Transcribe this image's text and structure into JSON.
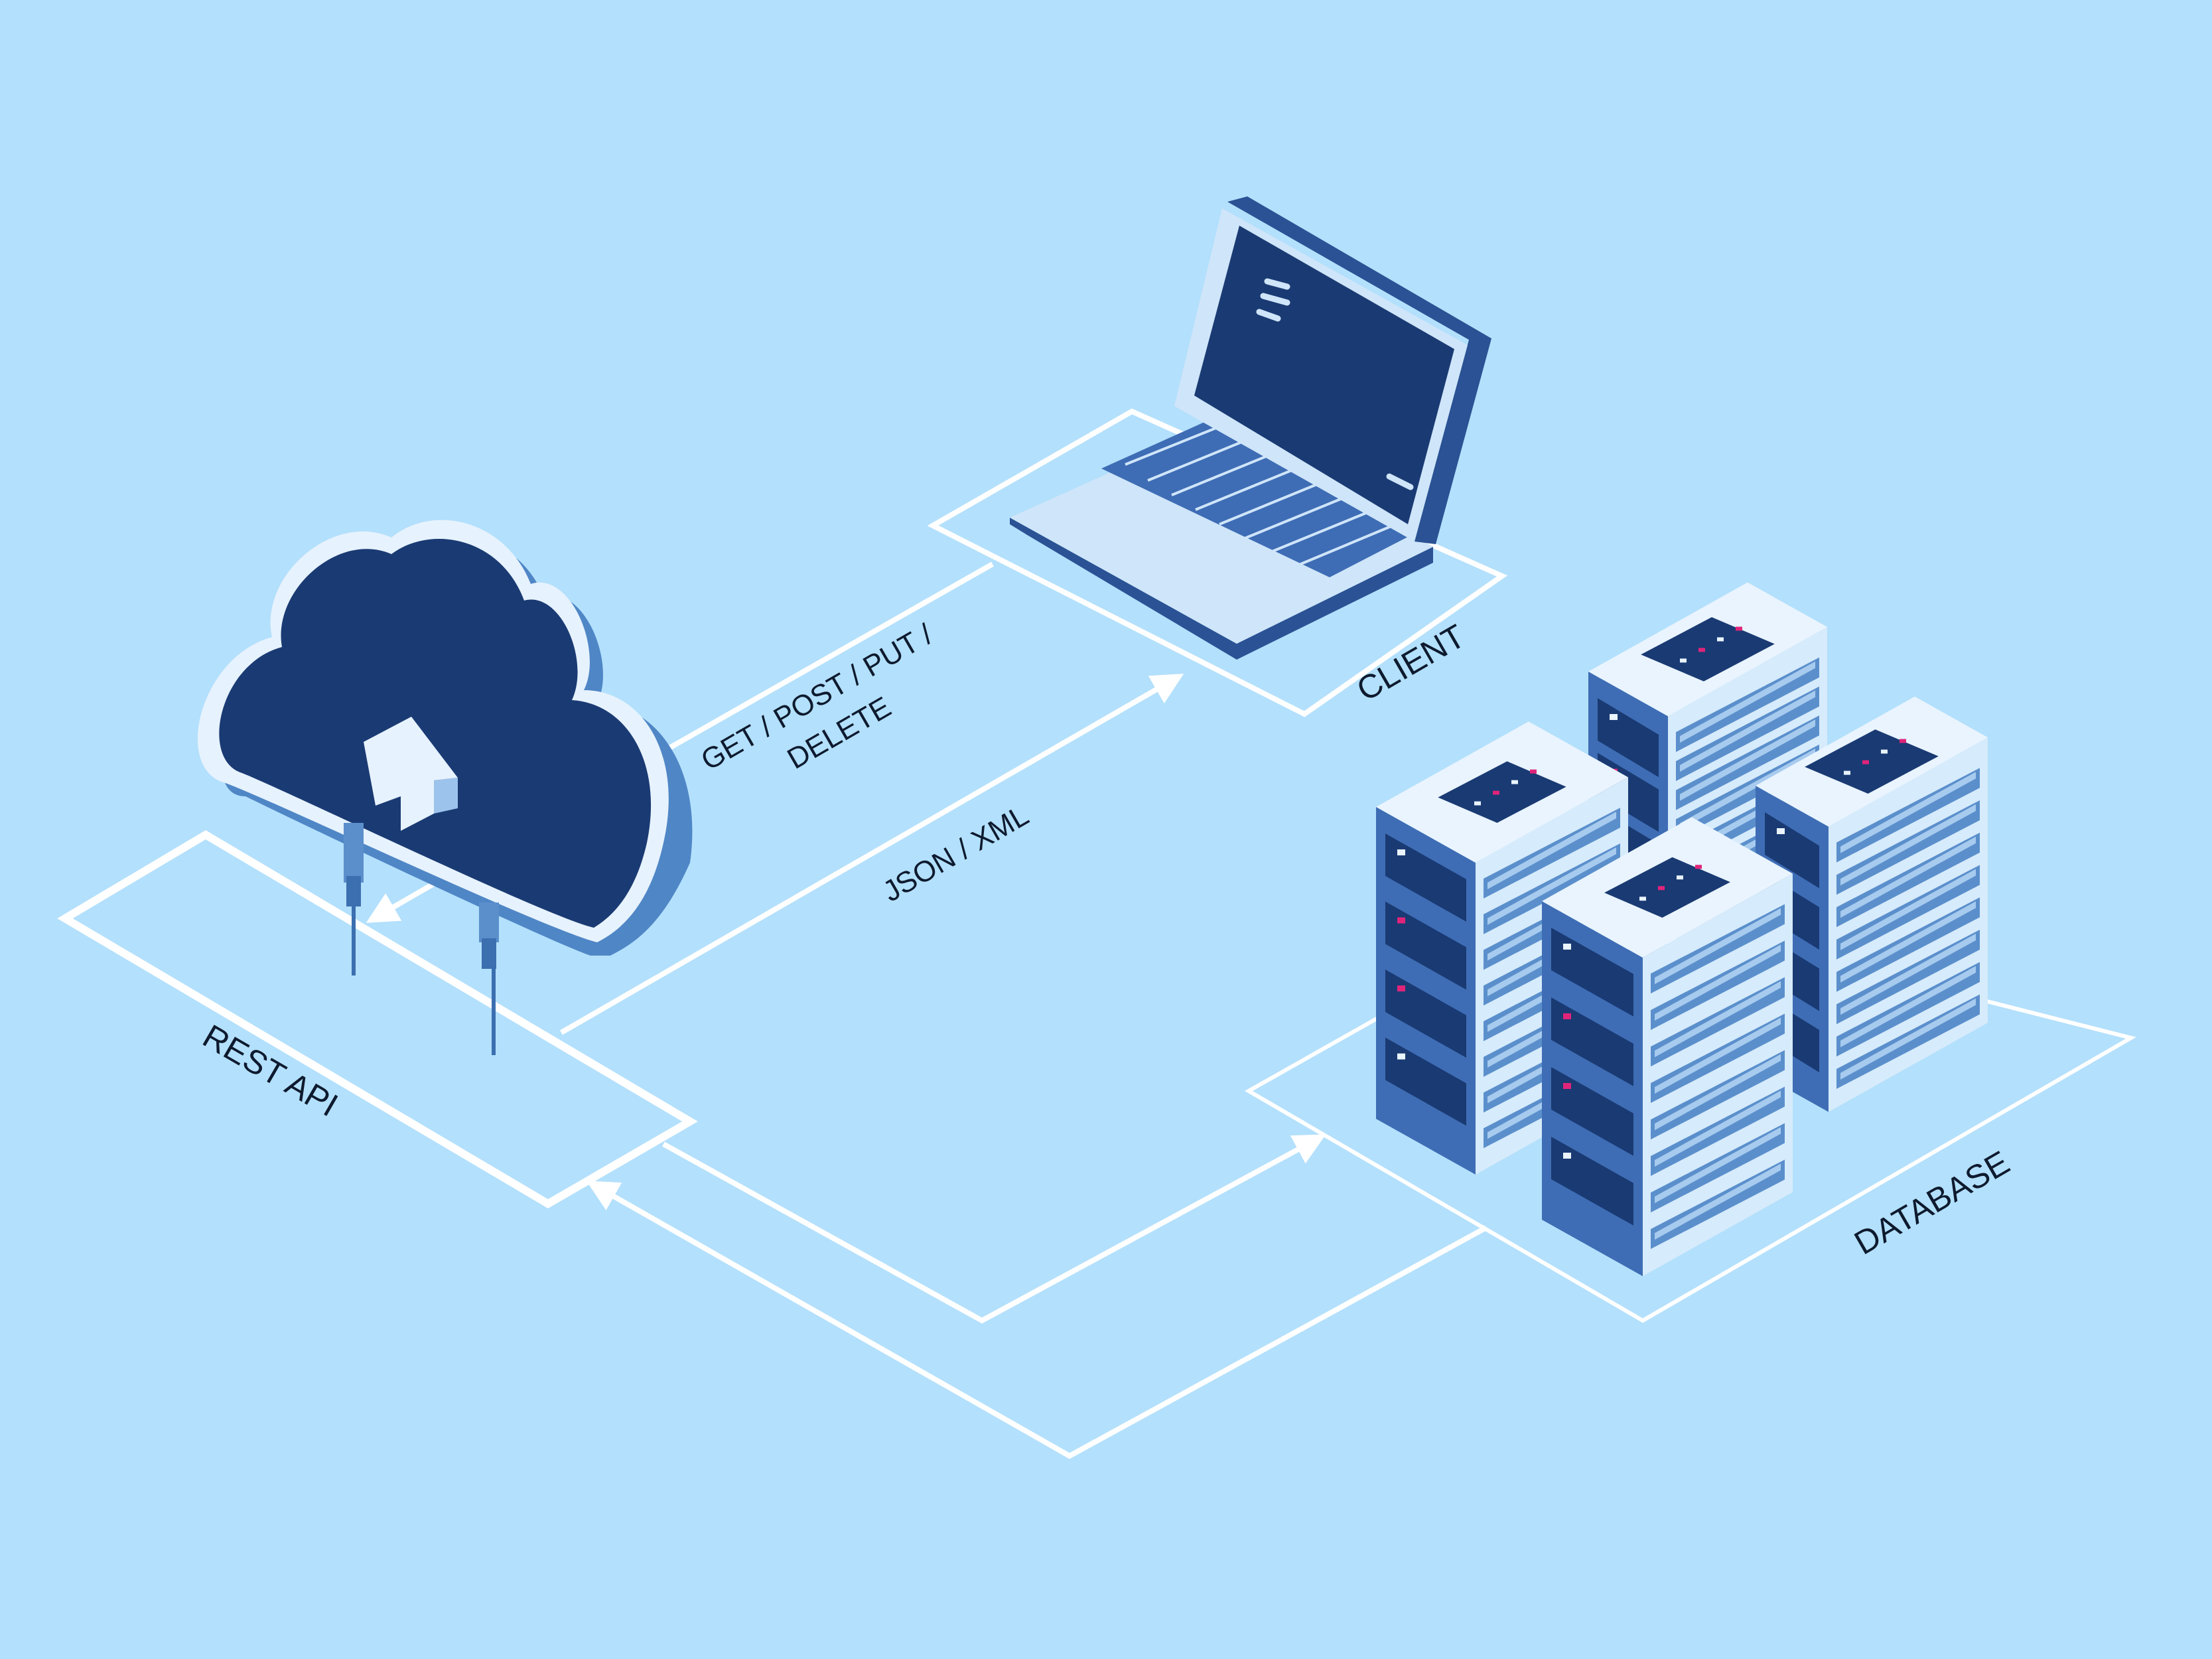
{
  "labels": {
    "rest_api": "REST API",
    "client": "CLIENT",
    "database": "DATABASE",
    "request_line1": "GET / POST / PUT /",
    "request_line2": "DELETE",
    "response": "JSON / XML"
  },
  "colors": {
    "background": "#b3e0fc",
    "line": "#ffffff",
    "navy": "#1a3a73",
    "mid_blue": "#5b8fcc",
    "light_blue": "#d6ebfb",
    "accent_magenta": "#e0247a"
  },
  "icons": {
    "cloud": "cloud-upload-icon",
    "laptop": "laptop-icon",
    "servers": "server-rack-icon"
  }
}
